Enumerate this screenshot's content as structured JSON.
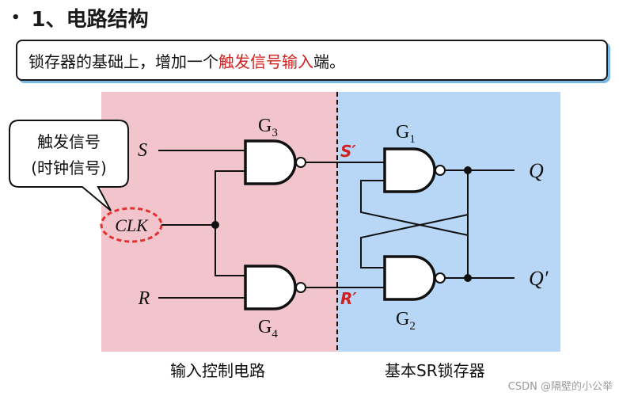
{
  "heading": {
    "bullet": "•",
    "title": "1、电路结构"
  },
  "description": {
    "prefix": "锁存器的基础上，增加一个",
    "highlight": "触发信号输入",
    "suffix": "端。"
  },
  "callout": {
    "line1": "触发信号",
    "line2": "(时钟信号)"
  },
  "signals": {
    "S": "S",
    "R": "R",
    "CLK": "CLK",
    "S_prime": "S′",
    "R_prime": "R′",
    "Q": "Q",
    "Q_prime": "Q′"
  },
  "gates": {
    "G3": {
      "main": "G",
      "sub": "3"
    },
    "G4": {
      "main": "G",
      "sub": "4"
    },
    "G1": {
      "main": "G",
      "sub": "1"
    },
    "G2": {
      "main": "G",
      "sub": "2"
    }
  },
  "sections": {
    "left_label": "输入控制电路",
    "right_label": "基本SR锁存器"
  },
  "colors": {
    "left_bg": "#f2c4cb",
    "right_bg": "#b8d7f6",
    "highlight_red": "#d21f1f",
    "clk_ring": "#e23030"
  },
  "watermark": "CSDN @隔壁的小公举"
}
